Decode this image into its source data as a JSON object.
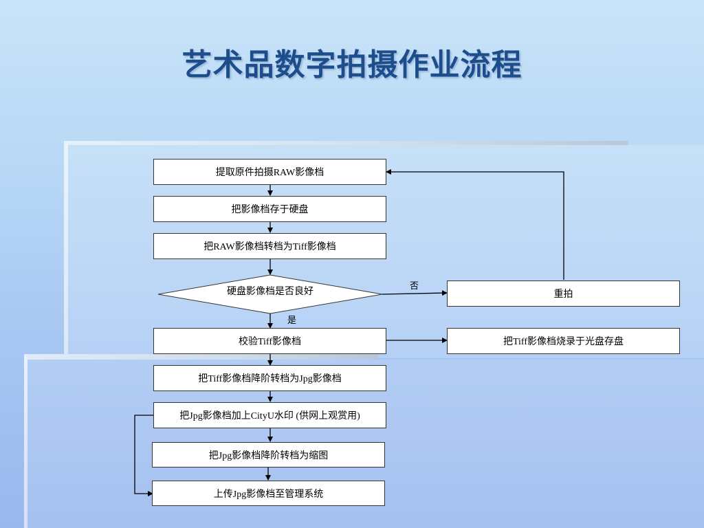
{
  "title": "艺术品数字拍摄作业流程",
  "steps": {
    "capture_raw": "提取原件拍摄RAW影像档",
    "save_disk": "把影像档存于硬盘",
    "convert_tiff": "把RAW影像档转档为Tiff影像档",
    "decision": "硬盘影像档是否良好",
    "verify_tiff": "校验Tiff影像档",
    "tiff_to_jpg": "把Tiff影像档降阶转档为Jpg影像档",
    "watermark": "把Jpg影像档加上CityU水印 (供网上观赏用)",
    "thumbnail": "把Jpg影像档降阶转档为缩图",
    "upload": "上传Jpg影像档至管理系统",
    "reshoot": "重拍",
    "burn_disc": "把Tiff影像档烧录于光盘存盘"
  },
  "labels": {
    "no": "否",
    "yes": "是"
  }
}
